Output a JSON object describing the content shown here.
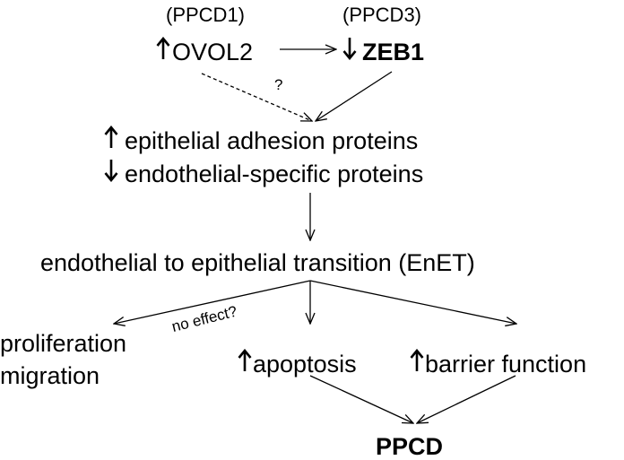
{
  "top": {
    "left_subtitle": "(PPCD1)",
    "right_subtitle": "(PPCD3)",
    "ovol2_label": "OVOL2",
    "zeb1_label": "ZEB1",
    "question_mark": "?"
  },
  "middle": {
    "line1": "epithelial adhesion proteins",
    "line2": "endothelial-specific proteins",
    "transition": "endothelial to epithelial transition (EnET)"
  },
  "outcomes": {
    "no_effect_note": "no effect?",
    "proliferation": "proliferation",
    "migration": "migration",
    "apoptosis": "apoptosis",
    "barrier": "barrier function"
  },
  "bottom": {
    "disease": "PPCD"
  },
  "icons": {
    "up": "up-arrow-icon",
    "down": "down-arrow-icon"
  }
}
